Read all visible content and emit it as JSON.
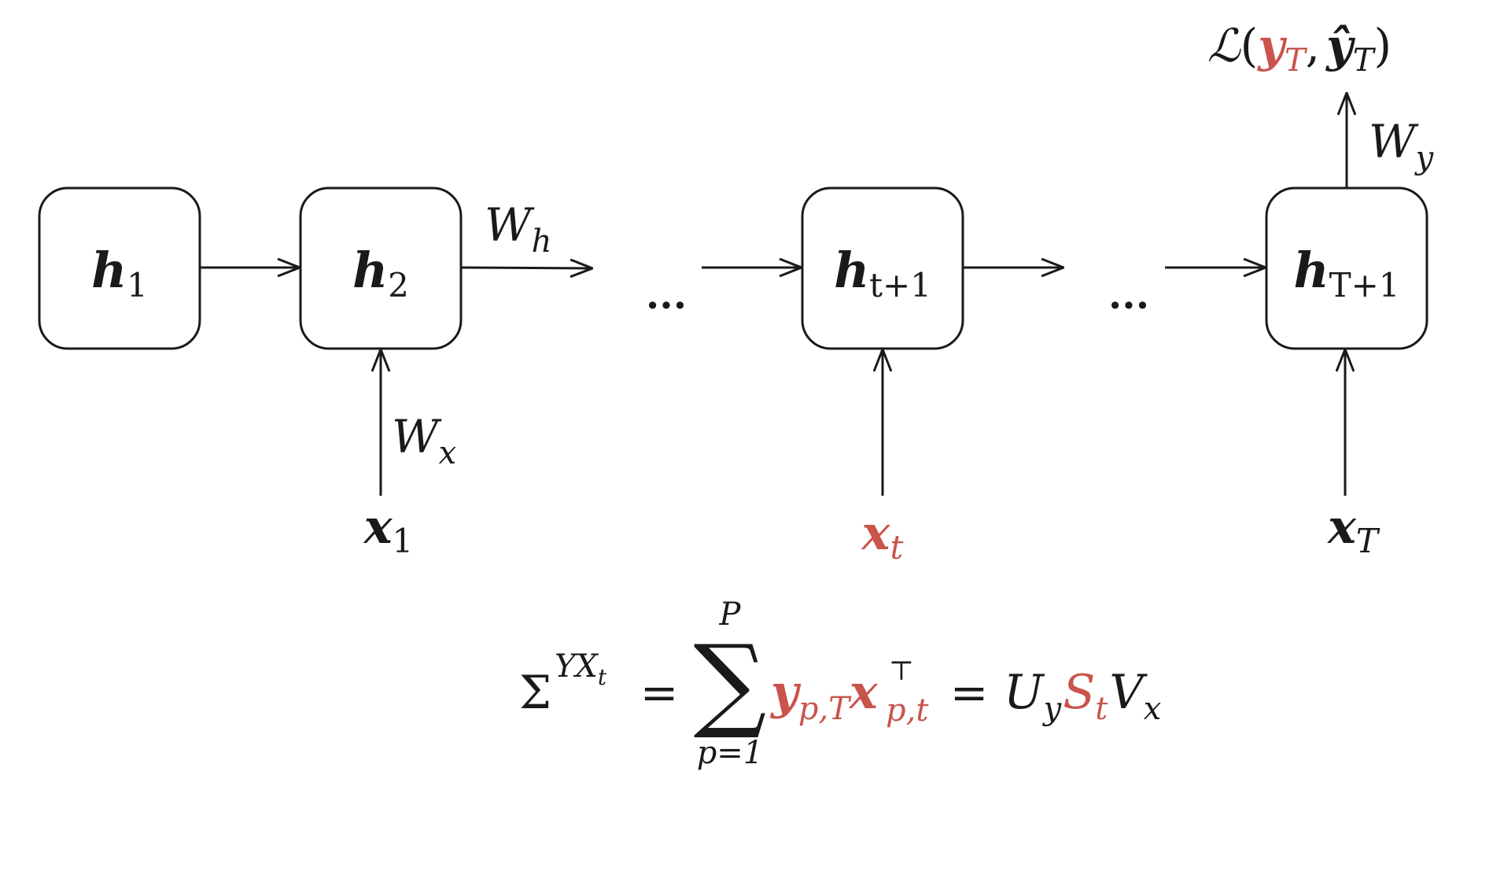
{
  "colors": {
    "ink": "#1a1a1a",
    "accent": "#c9544c",
    "background": "#ffffff"
  },
  "nodes": [
    {
      "id": "h1",
      "base": "h",
      "sub": "1"
    },
    {
      "id": "h2",
      "base": "h",
      "sub": "2"
    },
    {
      "id": "ht1",
      "base": "h",
      "sub": "t+1"
    },
    {
      "id": "hT1",
      "base": "h",
      "sub": "T+1"
    }
  ],
  "ellipsis": "...",
  "weights": {
    "Wh": {
      "base": "W",
      "sub": "h"
    },
    "Wx": {
      "base": "W",
      "sub": "x"
    },
    "Wy": {
      "base": "W",
      "sub": "y"
    }
  },
  "inputs": [
    {
      "id": "x1",
      "base": "x",
      "sub": "1",
      "highlight": false
    },
    {
      "id": "xt",
      "base": "x",
      "sub": "t",
      "highlight": true
    },
    {
      "id": "xT",
      "base": "x",
      "sub": "T",
      "highlight": false
    }
  ],
  "loss": {
    "symbol": "ℒ",
    "open": "(",
    "y": "y",
    "y_sub": "T",
    "comma": ",",
    "yhat": "ŷ",
    "yhat_sub": "T",
    "close": ")"
  },
  "equation": {
    "sigma": "Σ",
    "sigma_sup": "YX",
    "sigma_sup_sub": "t",
    "equals": "=",
    "sum_symbol": "∑",
    "sum_upper": "P",
    "sum_lower": "p=1",
    "y": "y",
    "y_sub": "p,T",
    "x": "x",
    "x_sub": "p,t",
    "x_sup": "⊤",
    "U": "U",
    "U_sub": "y",
    "S": "S",
    "S_sub": "t",
    "V": "V",
    "V_sub": "x"
  }
}
